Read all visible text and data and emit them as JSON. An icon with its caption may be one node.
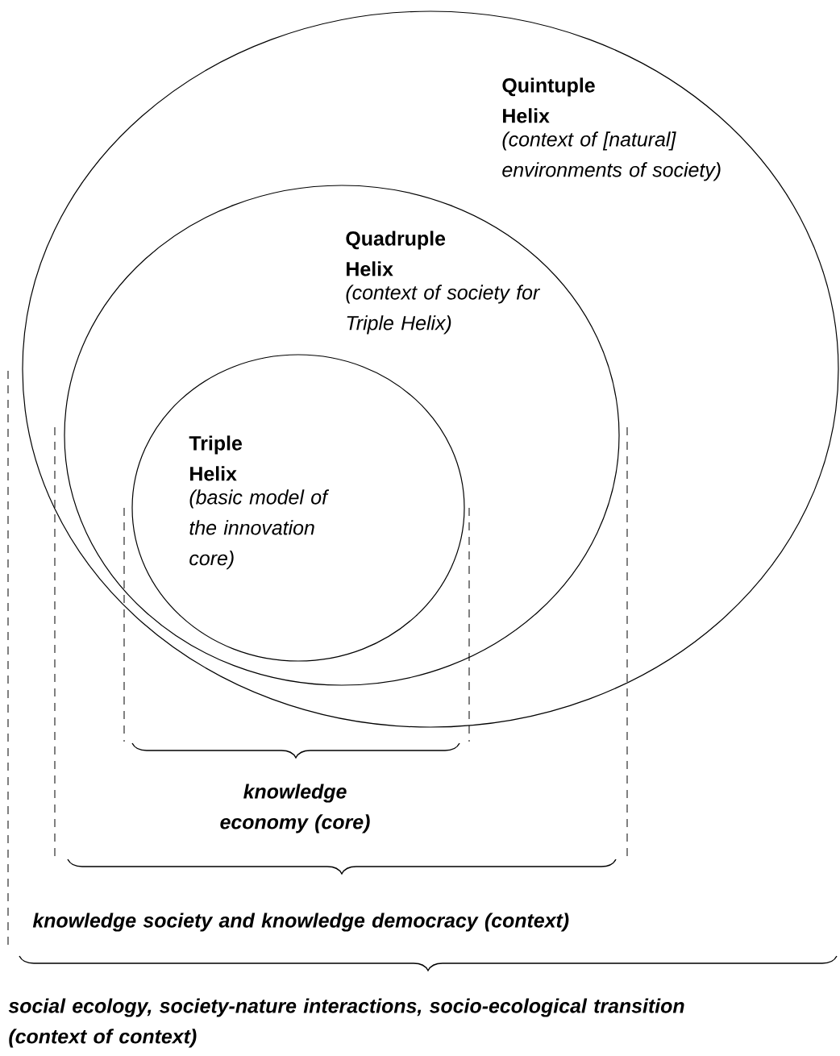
{
  "diagram": {
    "nodes": [
      {
        "text": [
          "Quintuple Helix",
          "(context of [natural] environments of society)"
        ]
      },
      {
        "text": [
          "Quadruple Helix",
          "(context of society for Triple Helix)"
        ],
        "in": 0
      },
      {
        "text": [
          "Triple Helix",
          "(basic model of the innovation core)"
        ],
        "in": 1
      }
    ],
    "labels": [
      "knowledge economy (core)",
      "knowledge society and knowledge democracy (context)",
      "social ecology, society-nature interactions, socio-ecological transition (context of context)"
    ]
  }
}
